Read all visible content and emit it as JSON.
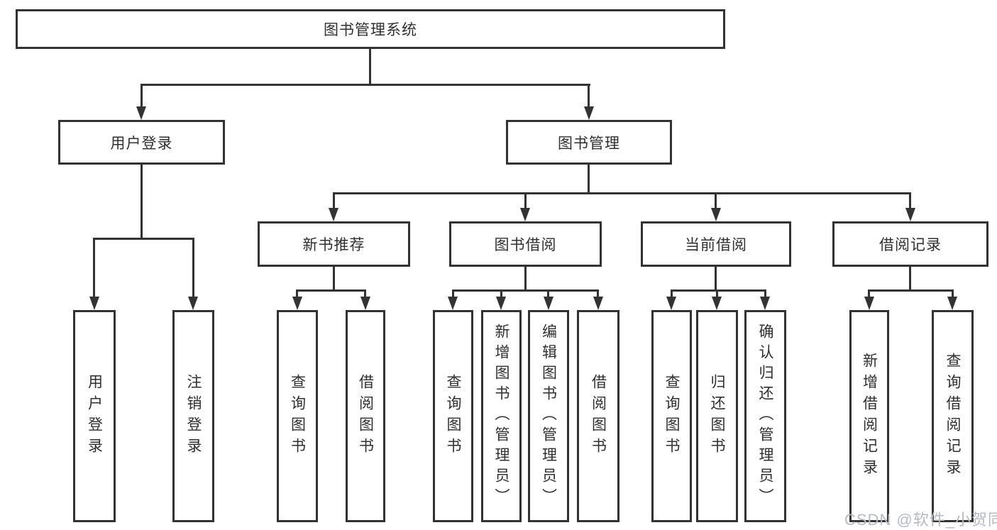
{
  "colors": {
    "line": "#333333",
    "background": "#ffffff",
    "watermark_text": "#b6bac4"
  },
  "diagram": {
    "root": {
      "label": "图书管理系统"
    },
    "level2": [
      {
        "label": "用户登录"
      },
      {
        "label": "图书管理"
      }
    ],
    "user_login_children": [
      {
        "label": "用户登录"
      },
      {
        "label": "注销登录"
      }
    ],
    "book_management_children": [
      {
        "label": "新书推荐",
        "children": [
          "查询图书",
          "借阅图书"
        ]
      },
      {
        "label": "图书借阅",
        "children": [
          "查询图书",
          "新增图书（管理员）",
          "编辑图书（管理员）",
          "借阅图书"
        ]
      },
      {
        "label": "当前借阅",
        "children": [
          "查询图书",
          "归还图书",
          "确认归还（管理员）"
        ]
      },
      {
        "label": "借阅记录",
        "children": [
          "新增借阅记录",
          "查询借阅记录"
        ]
      }
    ]
  },
  "watermark": {
    "text": "CSDN @软件_小贺同学"
  }
}
